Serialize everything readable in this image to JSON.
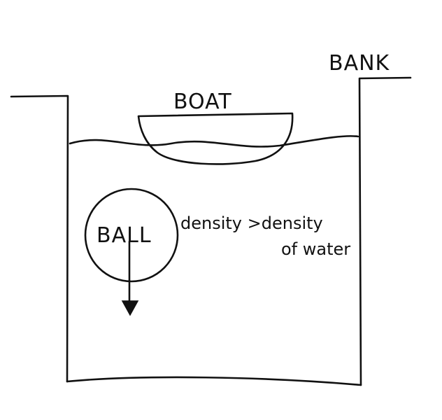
{
  "labels": {
    "bank": "BANK",
    "boat": "BOAT",
    "ball": "BALL",
    "density_line1": "density >density",
    "density_line2": "of water"
  }
}
